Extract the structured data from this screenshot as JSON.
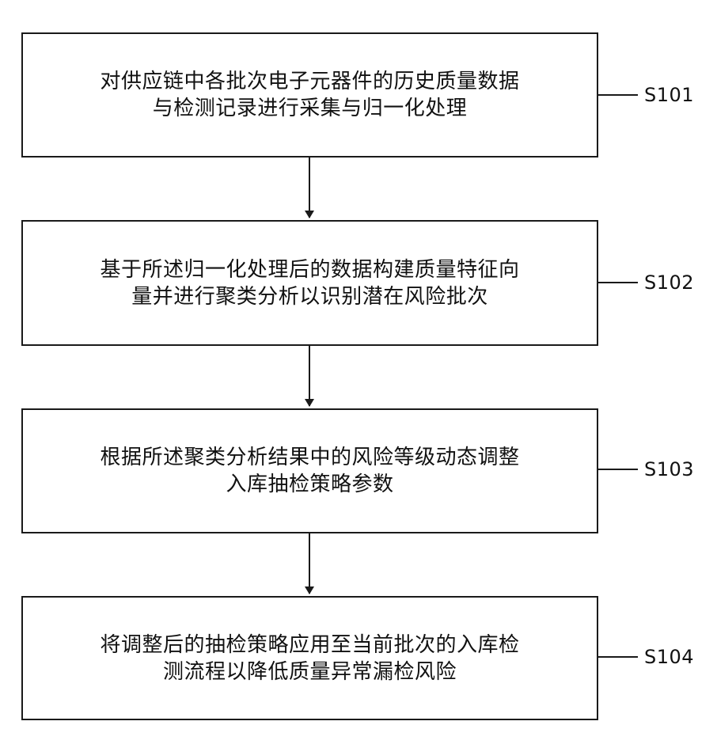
{
  "steps": [
    {
      "id": "S101",
      "lines": [
        "对供应链中各批次电子元器件的历史质量数据",
        "与检测记录进行采集与归一化处理"
      ]
    },
    {
      "id": "S102",
      "lines": [
        "基于所述归一化处理后的数据构建质量特征向",
        "量并进行聚类分析以识别潜在风险批次"
      ]
    },
    {
      "id": "S103",
      "lines": [
        "根据所述聚类分析结果中的风险等级动态调整",
        "入库抽检策略参数"
      ]
    },
    {
      "id": "S104",
      "lines": [
        "将调整后的抽检策略应用至当前批次的入库检",
        "测流程以降低质量异常漏检风险"
      ]
    }
  ]
}
